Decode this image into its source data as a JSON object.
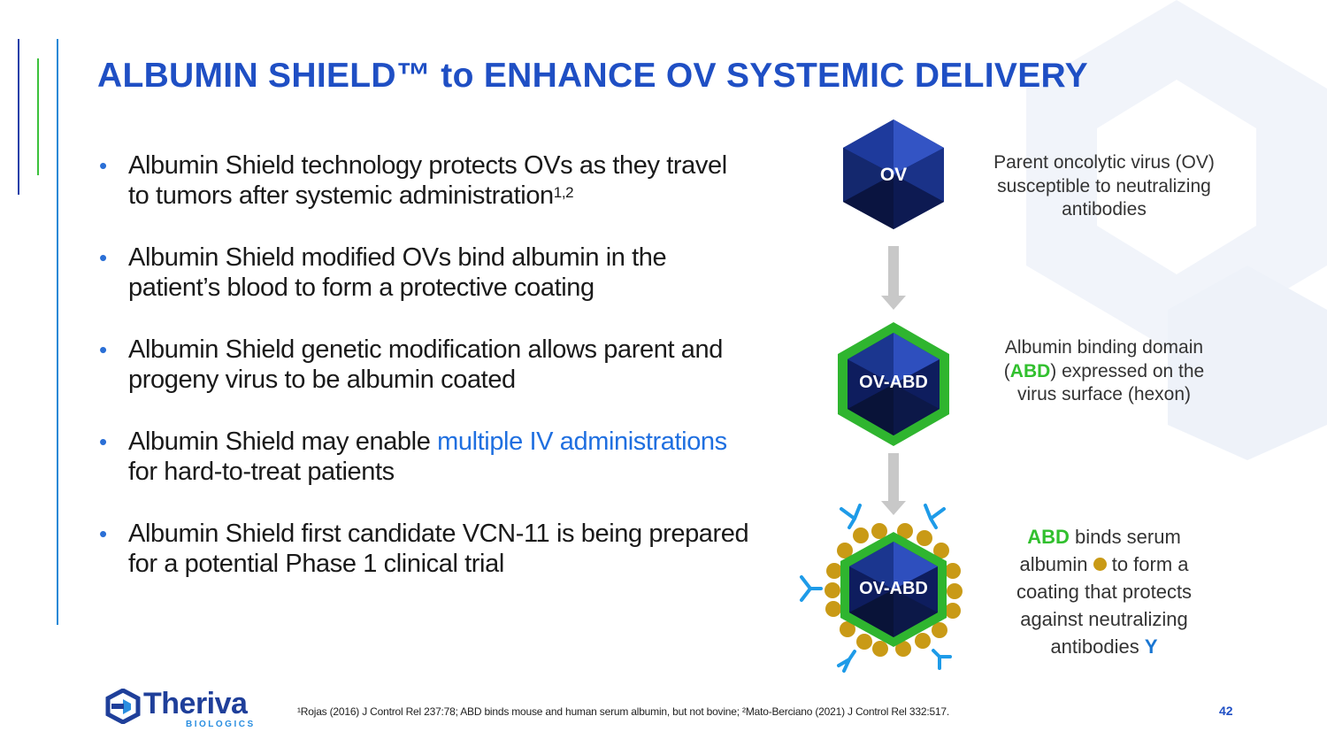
{
  "slide": {
    "title": "ALBUMIN SHIELD™ to ENHANCE OV SYSTEMIC DELIVERY",
    "page_number": "42"
  },
  "bullets": {
    "b1": {
      "text": "Albumin Shield technology protects OVs as they travel to tumors after systemic administration",
      "sup": "1,2"
    },
    "b2": {
      "text": "Albumin Shield modified OVs bind albumin in the patient’s blood to form a protective coating"
    },
    "b3": {
      "text": "Albumin Shield genetic modification allows parent and progeny virus to be albumin coated"
    },
    "b4": {
      "pre": "Albumin Shield may enable ",
      "highlight": "multiple IV administrations",
      "post": " for hard-to-treat patients"
    },
    "b5": {
      "text": "Albumin Shield first candidate VCN-11 is being prepared for a potential Phase 1 clinical trial"
    }
  },
  "diagram": {
    "stage1": {
      "node_label": "OV",
      "description": "Parent oncolytic virus (OV) susceptible to neutralizing antibodies"
    },
    "stage2": {
      "node_label": "OV-ABD",
      "desc_pre": "Albumin binding domain (",
      "desc_abd": "ABD",
      "desc_post": ") expressed on the virus surface (hexon)"
    },
    "stage3": {
      "node_label": "OV-ABD",
      "desc_abd": "ABD",
      "desc_1": " binds serum albumin ",
      "desc_2": " to form a coating that protects against neutralizing antibodies ",
      "desc_y": "Y"
    }
  },
  "footer": {
    "footnote": "¹Rojas (2016) J Control Rel 237:78; ABD binds mouse and human serum albumin, but not bovine; ²Mato-Berciano (2021) J Control Rel 332:517.",
    "logo_name": "Theriva",
    "logo_sub": "BIOLOGICS"
  },
  "colors": {
    "title_blue": "#1f4fc4",
    "abd_green": "#31c02e",
    "albumin_gold": "#c99a16",
    "antibody_blue": "#1e9be8",
    "hex_navy": "#0f1e5c"
  },
  "icons": [
    "logo-mark-icon",
    "down-arrow-icon",
    "albumin-dot-icon",
    "antibody-y-icon"
  ]
}
